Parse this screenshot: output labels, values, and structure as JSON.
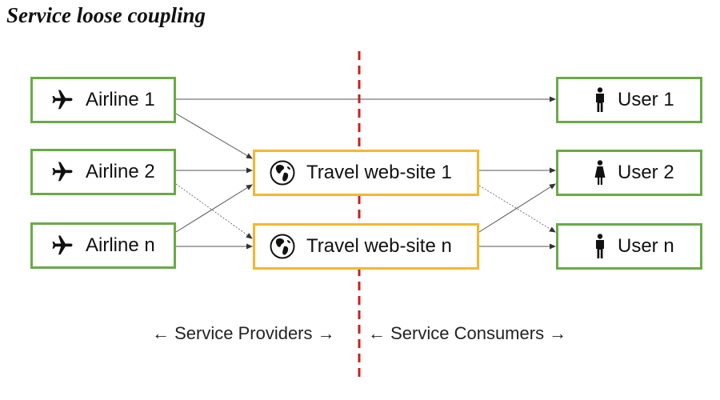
{
  "title": "Service loose coupling",
  "providers": [
    {
      "label": "Airline 1",
      "icon": "airplane-icon"
    },
    {
      "label": "Airline 2",
      "icon": "airplane-icon"
    },
    {
      "label": "Airline n",
      "icon": "airplane-icon"
    }
  ],
  "brokers": [
    {
      "label": "Travel web-site 1",
      "icon": "globe-icon"
    },
    {
      "label": "Travel web-site n",
      "icon": "globe-icon"
    }
  ],
  "consumers": [
    {
      "label": "User 1",
      "icon": "person-icon"
    },
    {
      "label": "User 2",
      "icon": "person-icon"
    },
    {
      "label": "User n",
      "icon": "person-icon"
    }
  ],
  "captions": {
    "providers": "← Service Providers →",
    "consumers": "← Service Consumers →"
  },
  "colors": {
    "provider_border": "#6aaa46",
    "consumer_border": "#6aaa46",
    "broker_border": "#f4b82a",
    "divider": "#cc1f1f",
    "connector": "#555555"
  }
}
